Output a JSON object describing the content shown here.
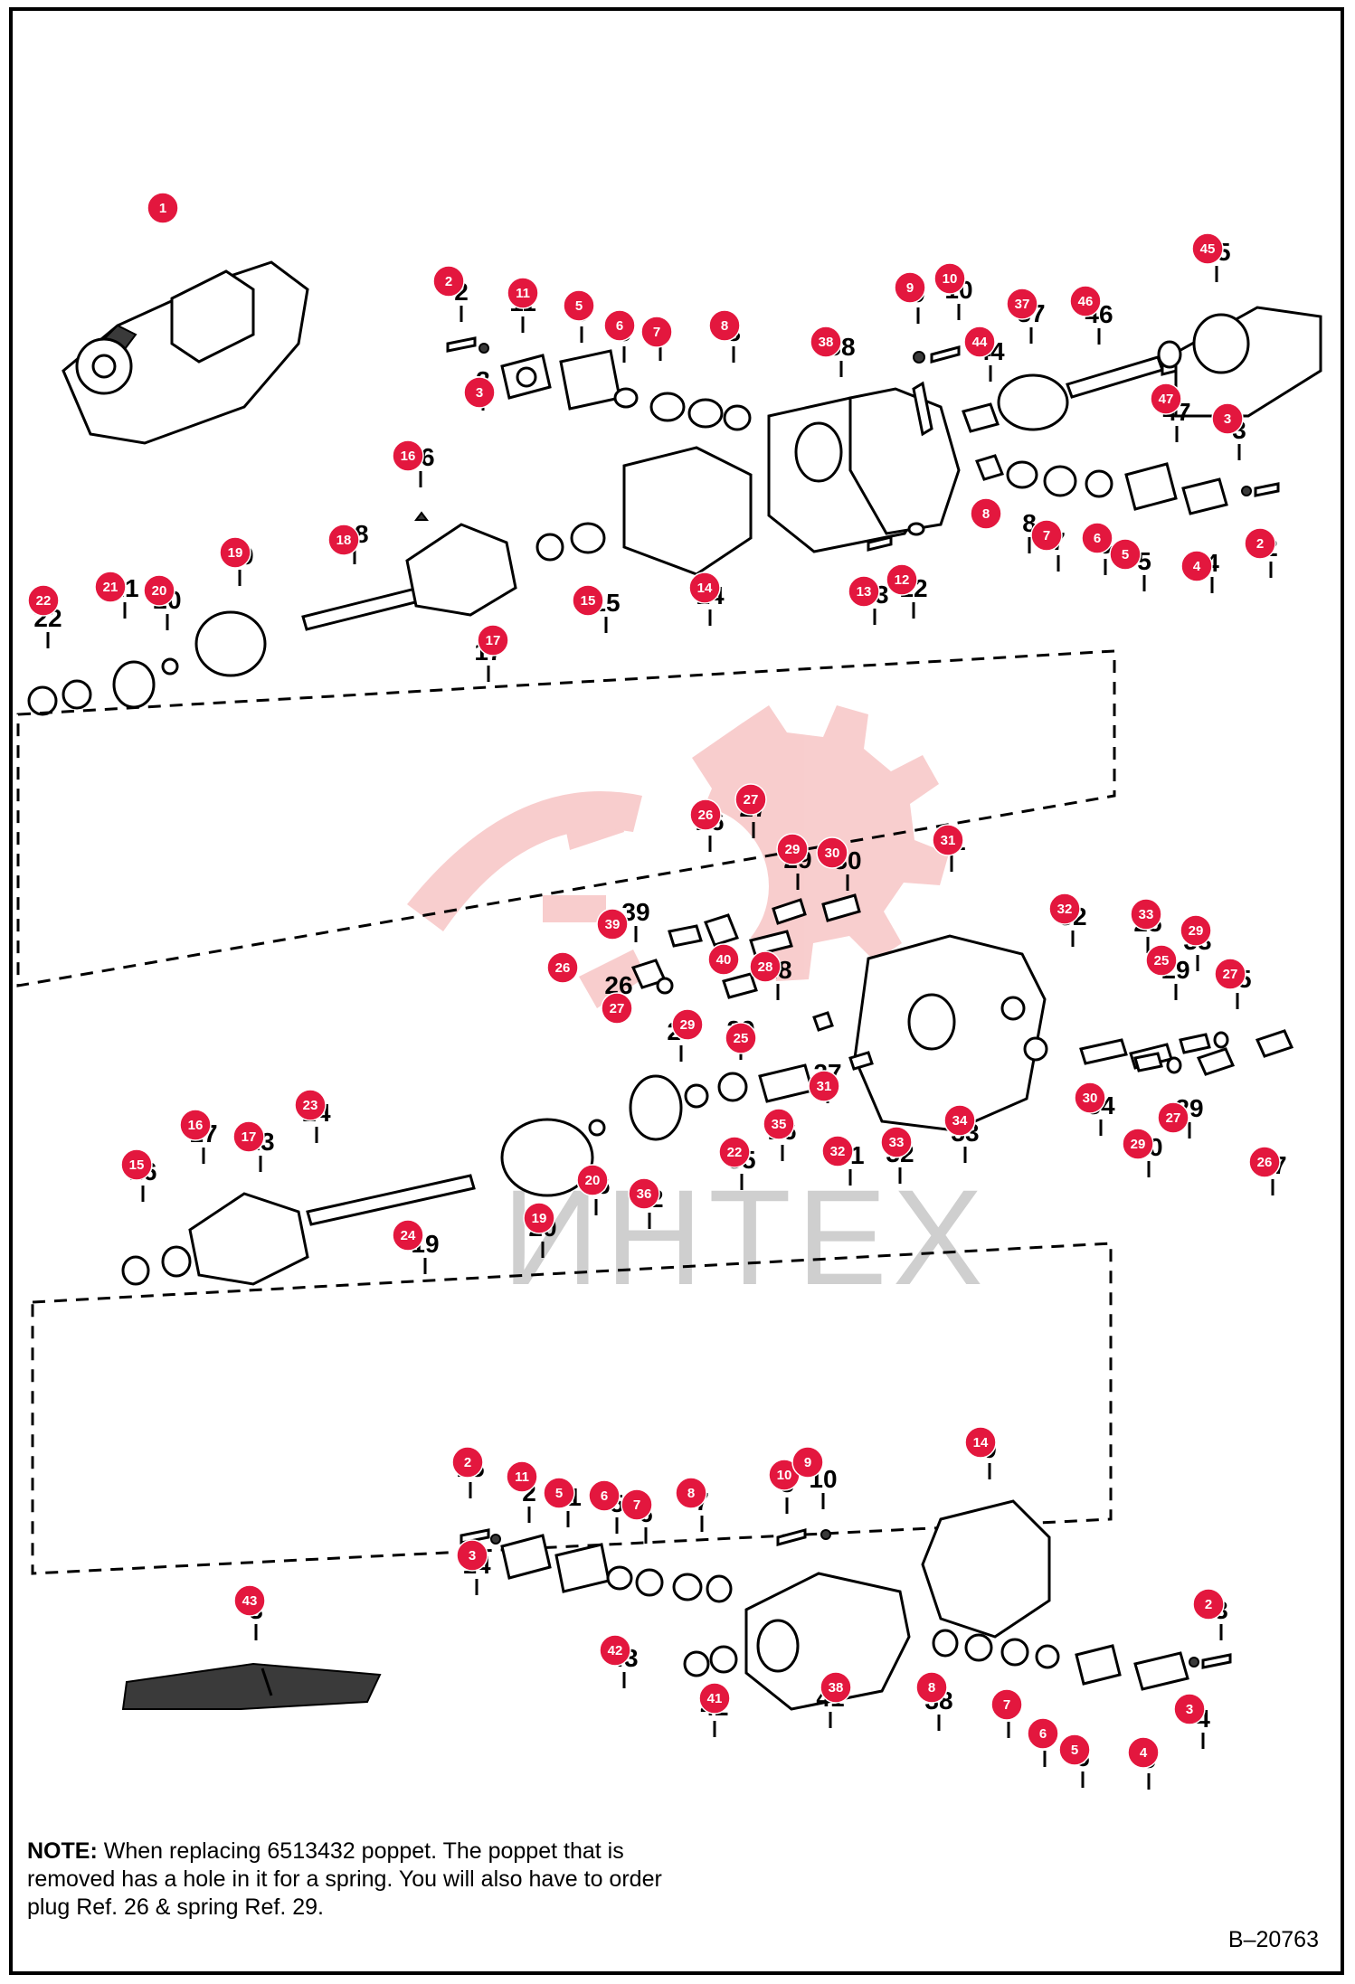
{
  "watermark": {
    "text": "ИНТЕХ"
  },
  "note": {
    "label": "NOTE:",
    "text": "When replacing 6513432 poppet. The poppet that is removed has a hole in it for a spring. You will also have to order plug Ref. 26 & spring Ref. 29."
  },
  "figure_id": "B–20763",
  "colors": {
    "callout": "#e3173e",
    "watermark": "#f2b0b0",
    "outline": "#000000"
  },
  "callouts": [
    "1",
    "2",
    "3",
    "11",
    "5",
    "6",
    "7",
    "8",
    "38",
    "9",
    "10",
    "44",
    "37",
    "46",
    "45",
    "47",
    "3",
    "2",
    "4",
    "5",
    "6",
    "7",
    "8",
    "14",
    "13",
    "12",
    "16",
    "15",
    "17",
    "18",
    "19",
    "20",
    "21",
    "22",
    "26",
    "27",
    "29",
    "30",
    "31",
    "32",
    "39",
    "40",
    "28",
    "26",
    "27",
    "29",
    "25",
    "33",
    "29",
    "25",
    "27",
    "31",
    "32",
    "33",
    "34",
    "30",
    "29",
    "27",
    "26",
    "35",
    "22",
    "36",
    "20",
    "19",
    "24",
    "23",
    "17",
    "16",
    "15",
    "2",
    "11",
    "5",
    "6",
    "7",
    "8",
    "10",
    "9",
    "14",
    "3",
    "43",
    "42",
    "41",
    "38",
    "8",
    "7",
    "6",
    "5",
    "4",
    "3",
    "2"
  ],
  "numbers": [
    "2",
    "3",
    "11",
    "5",
    "6",
    "7",
    "8",
    "38",
    "9",
    "10",
    "44",
    "37",
    "46",
    "45",
    "47",
    "3",
    "2",
    "4",
    "5",
    "6",
    "7",
    "8",
    "14",
    "13",
    "12",
    "16",
    "15",
    "17",
    "18",
    "19",
    "20",
    "21",
    "22",
    "26",
    "27",
    "29",
    "30",
    "31",
    "32",
    "39",
    "28",
    "26",
    "27",
    "29",
    "25",
    "33",
    "29",
    "25",
    "27",
    "31",
    "32",
    "33",
    "34",
    "30",
    "29",
    "27",
    "26",
    "35",
    "22",
    "36",
    "20",
    "19",
    "24",
    "23",
    "17",
    "16",
    "15",
    "2",
    "11",
    "5",
    "6",
    "7",
    "8",
    "10",
    "9",
    "14",
    "3",
    "43",
    "42",
    "41",
    "38",
    "8",
    "7",
    "6",
    "5",
    "4",
    "3",
    "2"
  ]
}
